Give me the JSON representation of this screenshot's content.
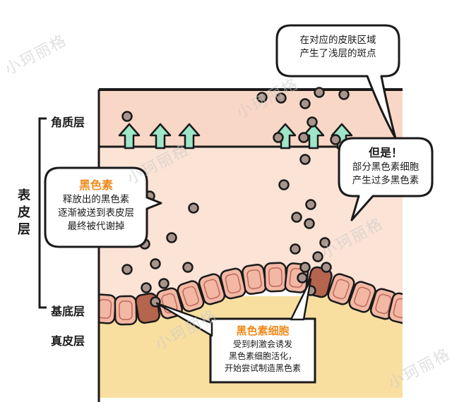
{
  "layers": {
    "stratum_corneum": "角质层",
    "epidermis": "表皮层",
    "basal": "基底层",
    "dermis": "真皮层"
  },
  "bubbles": {
    "top_right": [
      "在对应的皮肤区域",
      "产生了浅层的斑点"
    ],
    "right": {
      "title": "但是！",
      "lines": [
        "部分黑色素细胞",
        "产生过多黑色素"
      ]
    },
    "left": {
      "title": "黑色素",
      "lines": [
        "释放出的黑色素",
        "逐渐被送到表皮层",
        "最终被代谢掉"
      ]
    },
    "bottom": {
      "title": "黑色素细胞",
      "lines": [
        "受到刺激会诱发",
        "黑色素细胞活化，",
        "开始尝试制造黑色素"
      ]
    }
  },
  "watermark": "小珂丽格",
  "colors": {
    "stratum": "#f9d7c6",
    "epidermis": "#fbe3d6",
    "dermis": "#f8dfa0",
    "cell": "#f2b8a4",
    "melanocyte": "#b5654e",
    "granule": "#a8948a",
    "arrow": "#9ee6c8",
    "accent": "#f08a1c",
    "outline": "#1a1a1a"
  }
}
